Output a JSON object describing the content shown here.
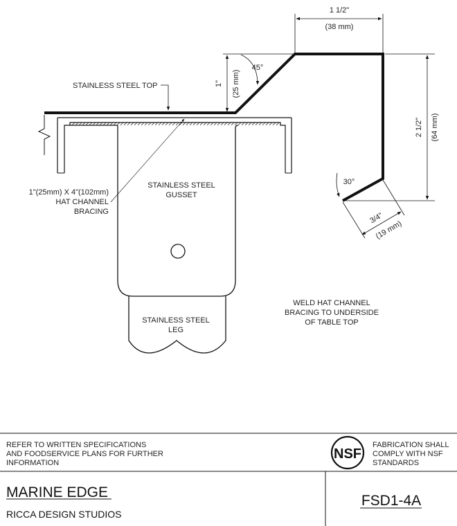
{
  "drawing": {
    "dims": {
      "width_in": "1 1/2\"",
      "width_mm": "(38 mm)",
      "rise_in": "1\"",
      "rise_mm": "(25 mm)",
      "angle_top": "45°",
      "height_in": "2 1/2\"",
      "height_mm": "(64 mm)",
      "angle_drip": "30°",
      "drip_in": "3/4\"",
      "drip_mm": "(19 mm)"
    },
    "labels": {
      "top": "STAINLESS STEEL TOP",
      "hat_channel": [
        "1\"(25mm) X 4\"(102mm)",
        "HAT CHANNEL",
        "BRACING"
      ],
      "gusset": [
        "STAINLESS STEEL",
        "GUSSET"
      ],
      "leg": [
        "STAINLESS STEEL",
        "LEG"
      ],
      "weld_note": [
        "WELD HAT CHANNEL",
        "BRACING TO UNDERSIDE",
        "OF TABLE TOP"
      ]
    }
  },
  "title_block": {
    "notes": [
      "REFER TO WRITTEN SPECIFICATIONS",
      "AND FOODSERVICE PLANS FOR FURTHER",
      "INFORMATION"
    ],
    "nsf_logo": "NSF",
    "nsf_text": [
      "FABRICATION SHALL",
      "COMPLY WITH NSF",
      "STANDARDS"
    ],
    "title": "MARINE EDGE",
    "company": "RICCA DESIGN STUDIOS",
    "drawing_number": "FSD1-4A"
  }
}
